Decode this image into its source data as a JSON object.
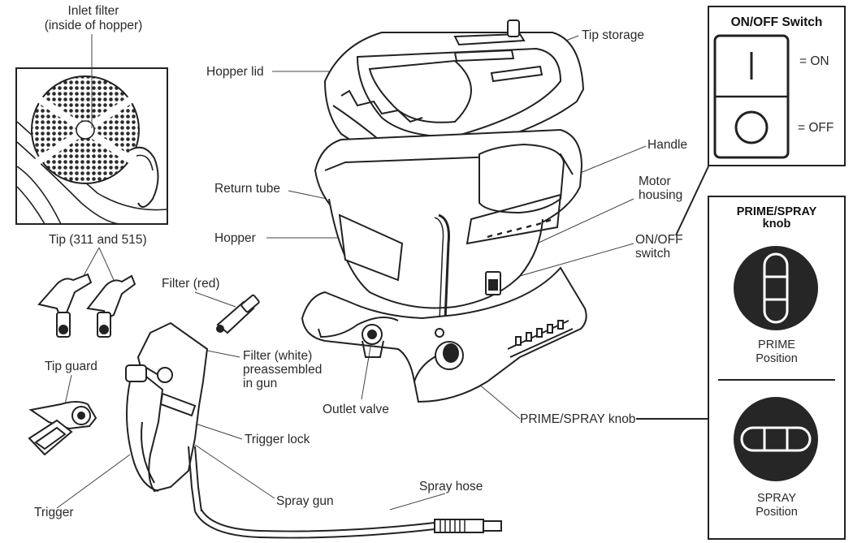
{
  "labels": {
    "inlet_filter": "Inlet filter",
    "inlet_filter_sub": "(inside of hopper)",
    "hopper_lid": "Hopper lid",
    "tip_storage": "Tip storage",
    "handle": "Handle",
    "return_tube": "Return tube",
    "motor_housing_1": "Motor",
    "motor_housing_2": "housing",
    "hopper": "Hopper",
    "onoff_switch_1": "ON/OFF",
    "onoff_switch_2": "switch",
    "tip": "Tip (311 and 515)",
    "filter_red": "Filter (red)",
    "filter_white_1": "Filter (white)",
    "filter_white_2": "preassembled",
    "filter_white_3": "in gun",
    "tip_guard": "Tip guard",
    "outlet_valve": "Outlet valve",
    "prime_spray_knob": "PRIME/SPRAY knob",
    "trigger_lock": "Trigger lock",
    "spray_gun": "Spray gun",
    "spray_hose": "Spray hose",
    "trigger": "Trigger"
  },
  "onoff_panel": {
    "title": "ON/OFF Switch",
    "on_label": "= ON",
    "off_label": "= OFF"
  },
  "knob_panel": {
    "title_1": "PRIME/SPRAY",
    "title_2": "knob",
    "prime_1": "PRIME",
    "prime_2": "Position",
    "spray_1": "SPRAY",
    "spray_2": "Position"
  }
}
